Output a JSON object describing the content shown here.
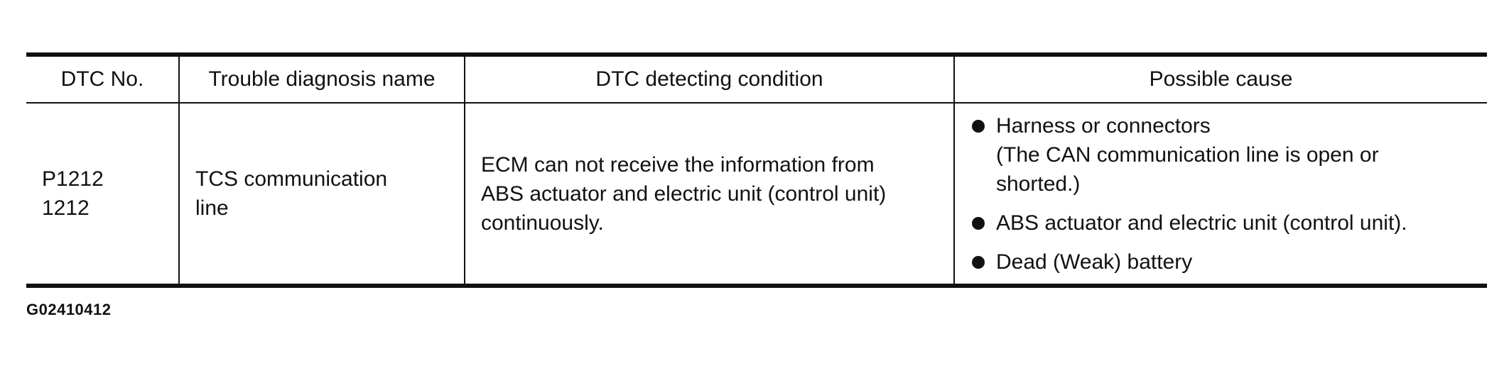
{
  "table": {
    "headers": {
      "dtc_no": "DTC No.",
      "diagnosis_name": "Trouble diagnosis name",
      "detecting_condition": "DTC detecting condition",
      "possible_cause": "Possible cause"
    },
    "row": {
      "dtc_no": [
        "P1212",
        "1212"
      ],
      "diagnosis_name": [
        "TCS communication",
        "line"
      ],
      "detecting_condition": [
        "ECM can not receive the information from",
        "ABS actuator and electric unit (control unit)",
        "continuously."
      ],
      "possible_causes": [
        {
          "lines": [
            "Harness or connectors",
            "(The CAN communication line is open or",
            "shorted.)"
          ]
        },
        {
          "lines": [
            "ABS actuator and electric unit (control unit)."
          ]
        },
        {
          "lines": [
            "Dead (Weak) battery"
          ]
        }
      ]
    }
  },
  "figure_id": "G02410412"
}
